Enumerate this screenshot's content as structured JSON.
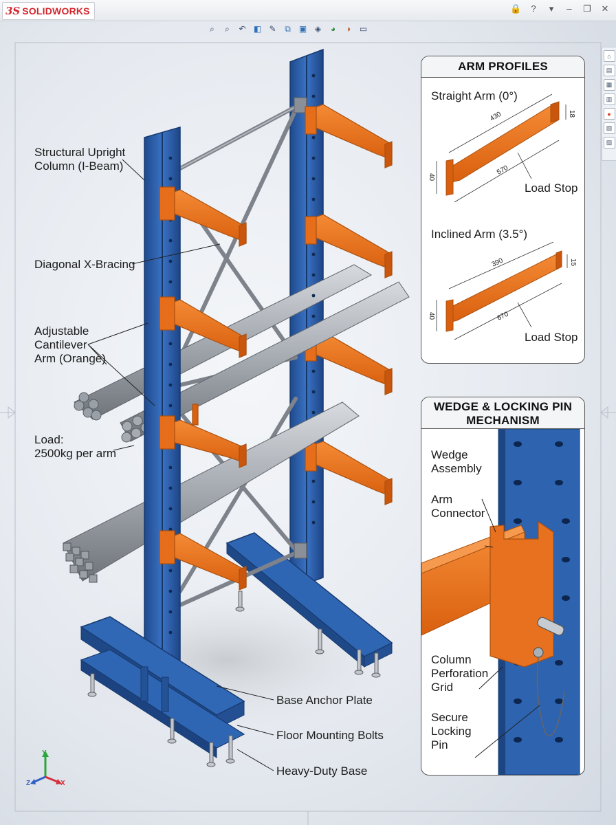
{
  "app": {
    "brand_mark": "3S",
    "brand_name": "SOLIDWORKS"
  },
  "title_icons": [
    "lock-icon",
    "help-icon",
    "dropdown-icon",
    "minimize-icon",
    "restore-icon",
    "close-icon"
  ],
  "title_glyphs": {
    "lock": "🔒",
    "help": "?",
    "dropdown": "▾",
    "minimize": "–",
    "restore": "❐",
    "close": "✕"
  },
  "toolbar": {
    "items": [
      "zoom-to-fit-icon",
      "zoom-to-area-icon",
      "previous-view-icon",
      "section-view-icon",
      "dynamic-annotation-icon",
      "view-orientation-icon",
      "display-style-icon",
      "hide-show-icon",
      "edit-appearance-icon",
      "apply-scene-icon",
      "view-settings-icon"
    ]
  },
  "task_pane": [
    "home-icon",
    "resources-icon",
    "design-library-icon",
    "file-explorer-icon",
    "appearances-icon",
    "view-palette-icon",
    "custom-properties-icon"
  ],
  "callouts": {
    "upright": "Structural Upright\nColumn (I-Beam)",
    "bracing": "Diagonal X-Bracing",
    "arm": "Adjustable\nCantilever\nArm (Orange)",
    "load": "Load:\n2500kg per arm",
    "base_plate": "Base Anchor Plate",
    "bolts": "Floor Mounting Bolts",
    "base": "Heavy-Duty Base"
  },
  "arm_profiles": {
    "title": "ARM PROFILES",
    "straight": {
      "label": "Straight Arm (0°)",
      "length": "430",
      "height": "18",
      "depth": "40",
      "inner": "570",
      "stop": "Load Stop"
    },
    "inclined": {
      "label": "Inclined Arm (3.5°)",
      "length": "390",
      "height": "15",
      "depth": "40",
      "inner": "670",
      "stop": "Load Stop"
    }
  },
  "wedge_panel": {
    "title": "WEDGE & LOCKING PIN\nMECHANISM",
    "labels": {
      "wedge": "Wedge\nAssembly",
      "connector": "Arm\nConnector",
      "grid": "Column\nPerforation\nGrid",
      "pin": "Secure\nLocking\nPin"
    }
  },
  "triad": {
    "x": "X",
    "y": "Y",
    "z": "Z"
  },
  "colors": {
    "column_blue": "#2b5ea8",
    "arm_orange": "#e8711f",
    "brace_gray": "#8a8f98",
    "brand_red": "#d3262d"
  }
}
